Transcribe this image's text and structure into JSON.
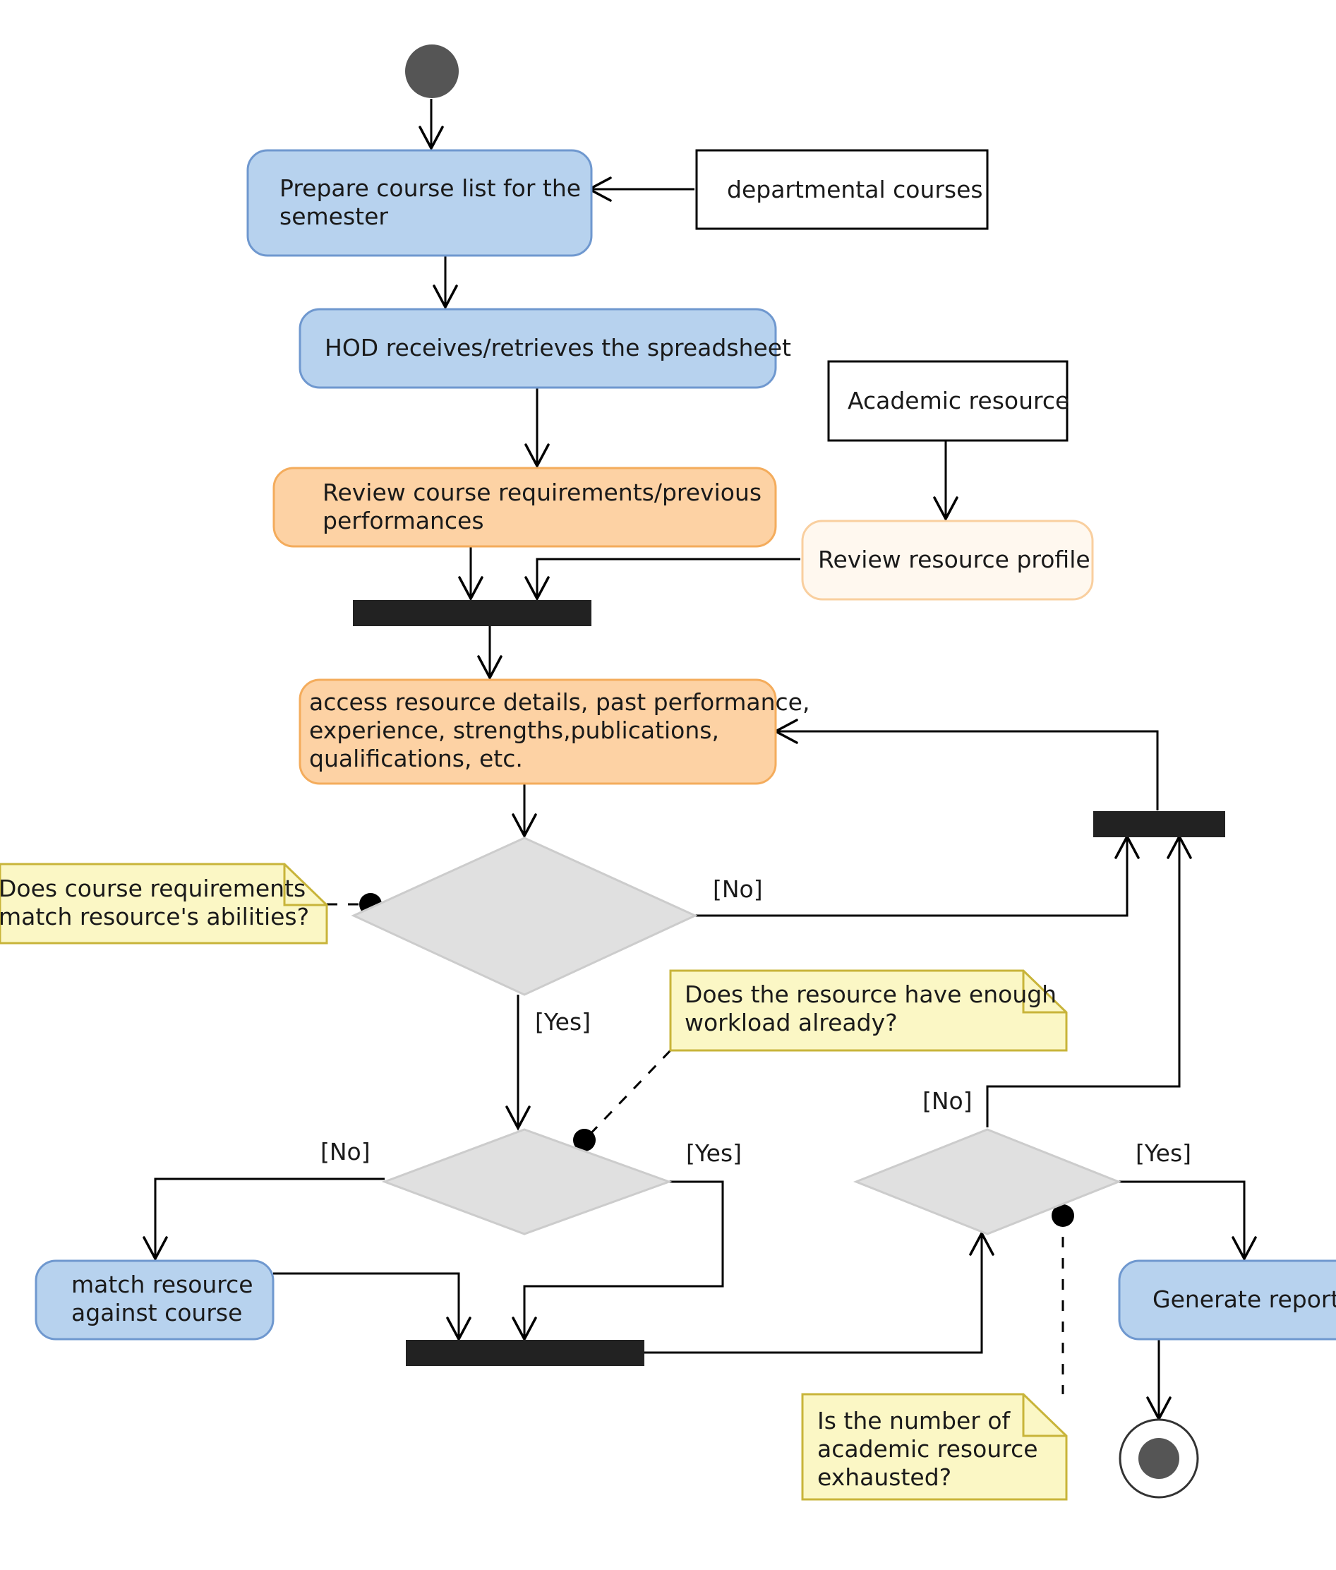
{
  "activities": {
    "prepare_course_list": [
      "Prepare course list for the",
      "semester"
    ],
    "hod_receives": [
      "HOD receives/retrieves the spreadsheet"
    ],
    "review_requirements": [
      "Review course requirements/previous",
      "performances"
    ],
    "review_profile": [
      "Review  resource profile"
    ],
    "access_details": [
      "access resource details, past performance,",
      "experience, strengths,publications,",
      "qualifications, etc."
    ],
    "match_resource": [
      "match resource",
      "against course"
    ],
    "generate_report": [
      "Generate report"
    ]
  },
  "objects": {
    "departmental_courses": "departmental courses",
    "academic_resource": "Academic resource"
  },
  "notes": {
    "match_abilities": [
      "Does course requirements",
      "match resource's abilities?"
    ],
    "enough_workload": [
      "Does the resource have enough",
      "workload already?"
    ],
    "resource_exhausted": [
      "Is the number of",
      "academic resource",
      "exhausted?"
    ]
  },
  "guards": {
    "d1_no": "[No]",
    "d1_yes": "[Yes]",
    "d2_no": "[No]",
    "d2_yes": "[Yes]",
    "d3_no": "[No]",
    "d3_yes": "[Yes]"
  },
  "colors": {
    "activity_blue": "#b7d2ee",
    "activity_orange": "#fdd2a4",
    "activity_pale": "#fff8ef",
    "note_yellow": "#fbf7c5",
    "decision_gray": "#e0e0e0",
    "bar_black": "#222222"
  }
}
